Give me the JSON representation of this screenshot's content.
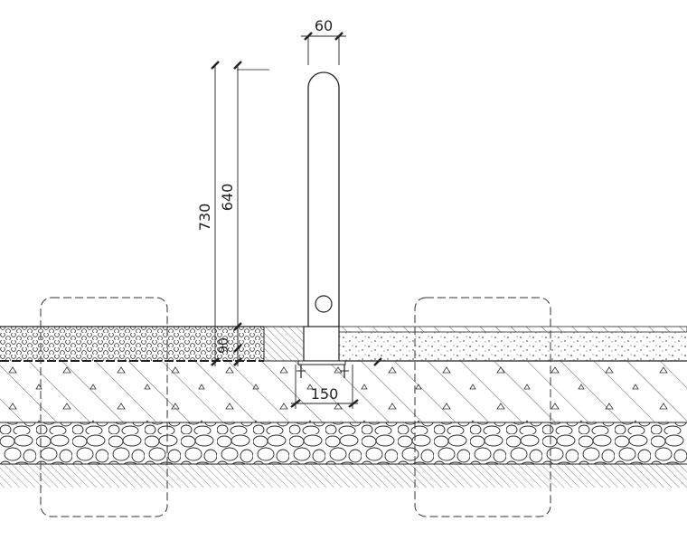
{
  "dimensions": {
    "post_width": "60",
    "total_height": "730",
    "post_height": "640",
    "paving_thickness": "90",
    "footing_width": "150"
  },
  "colors": {
    "line": "#222222",
    "background": "#ffffff"
  }
}
